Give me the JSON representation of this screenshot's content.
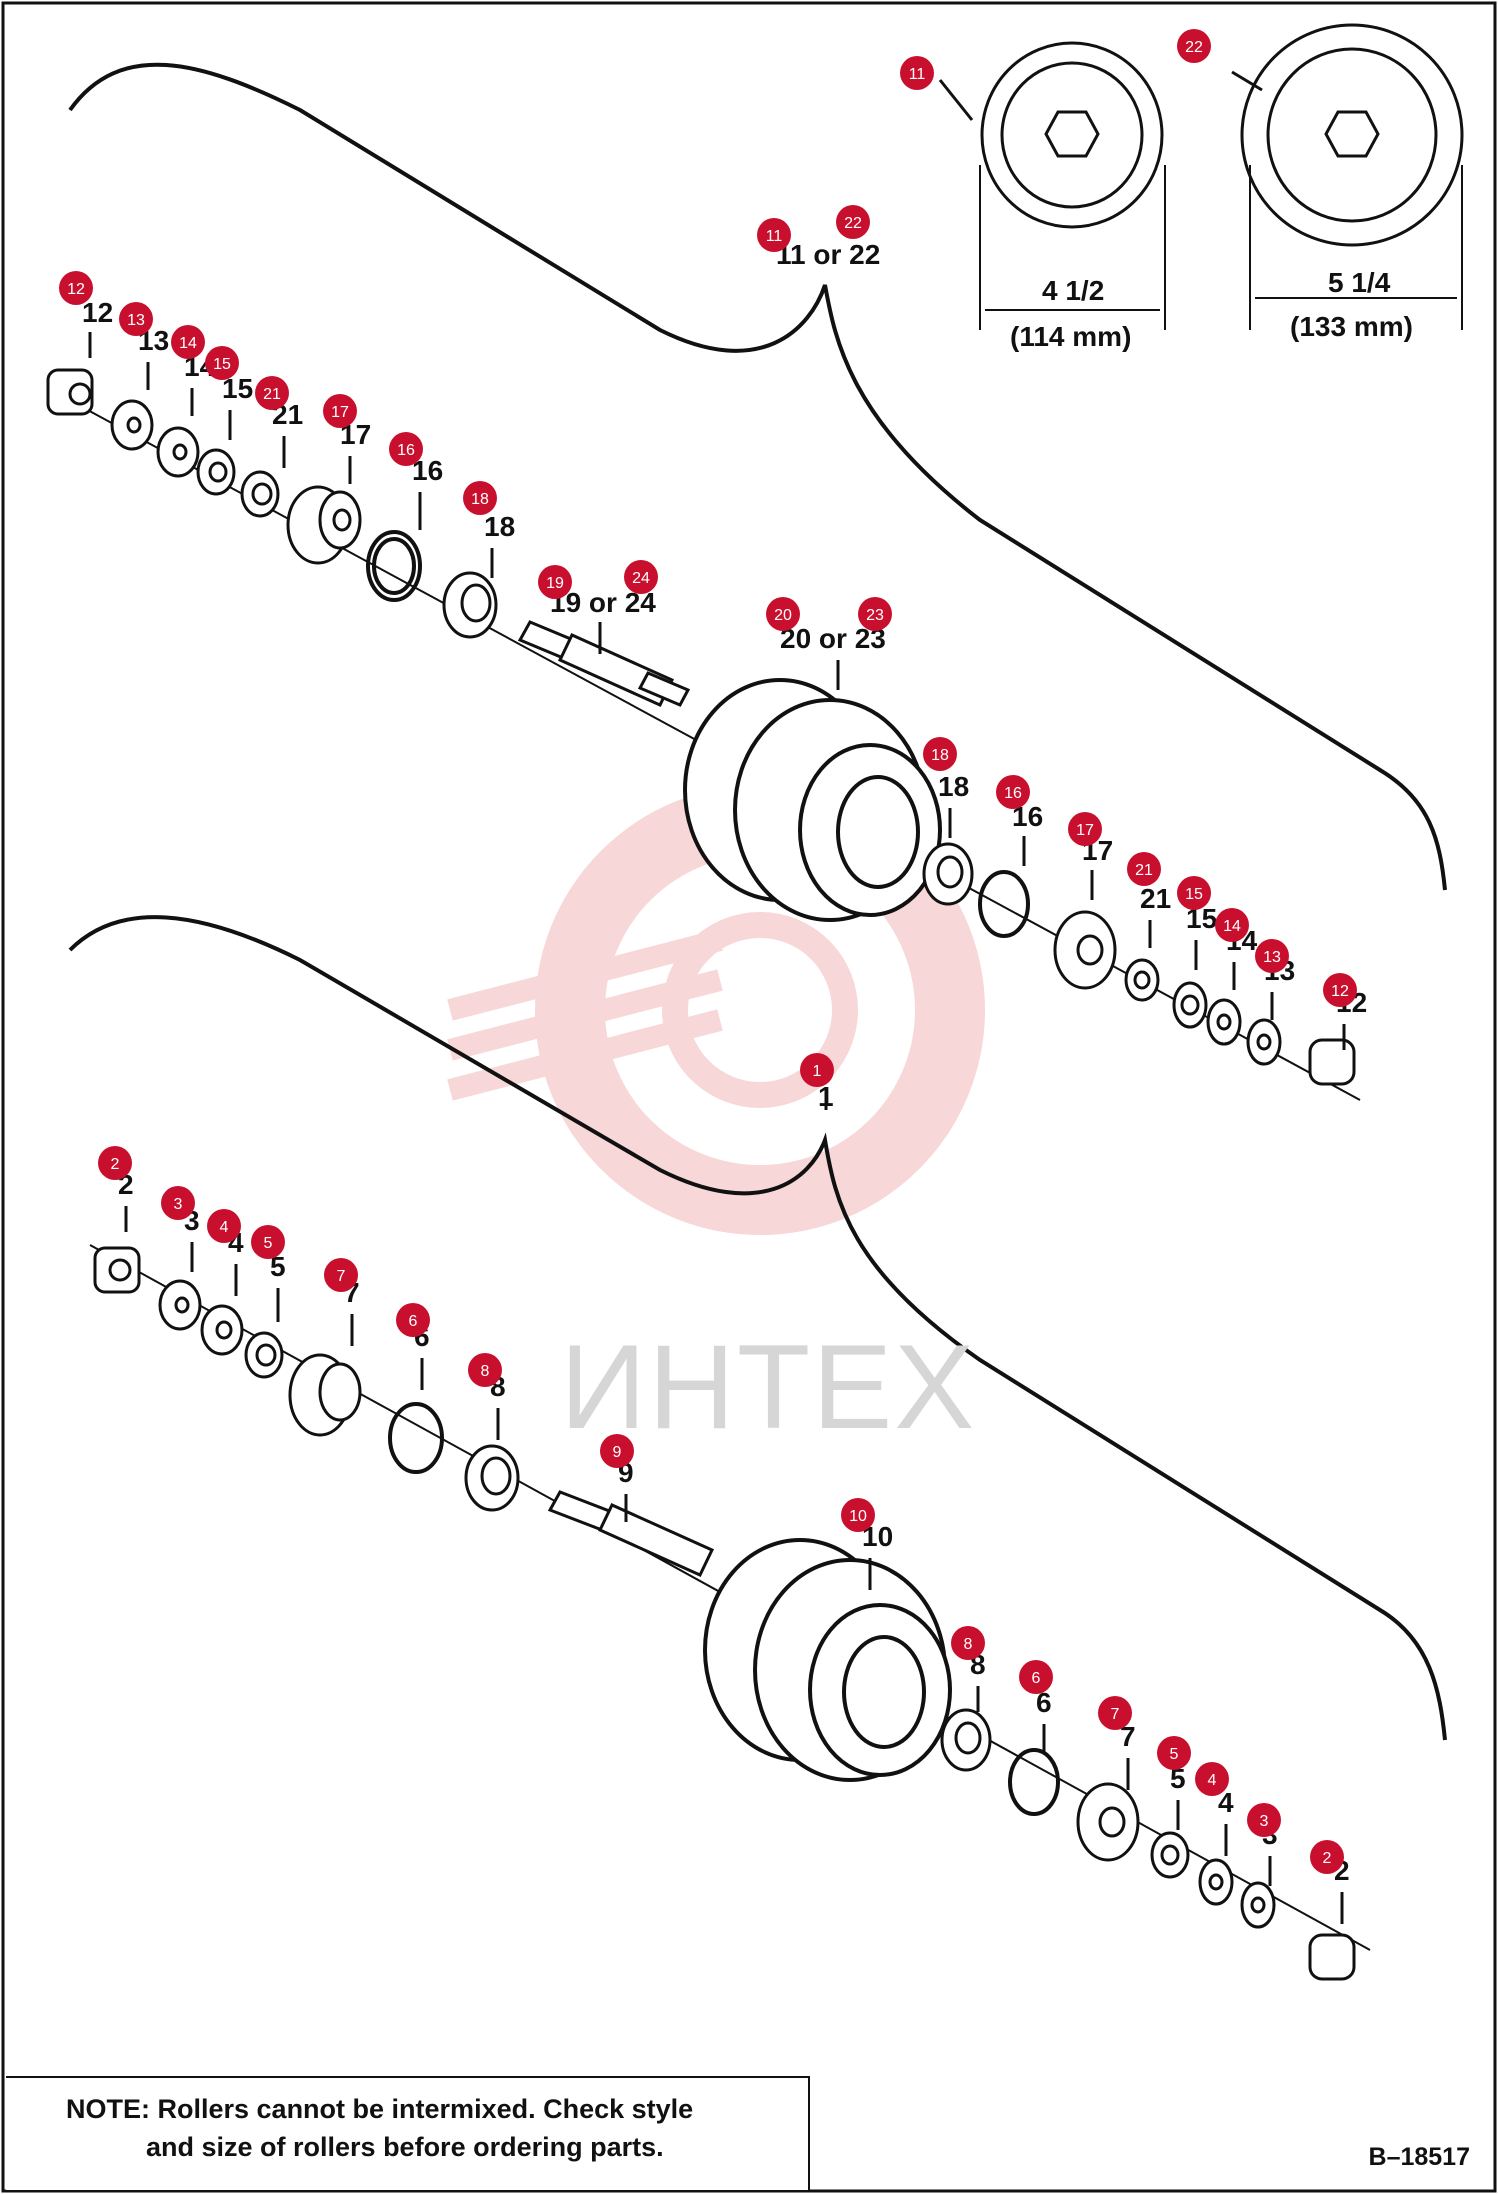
{
  "figure_code": "B–18517",
  "note": {
    "label": "NOTE:",
    "line1_rest": " Rollers cannot be intermixed. Check style",
    "line2": "and size of rollers before ordering parts."
  },
  "watermark": "ИНТЕХ",
  "top_group_label": "11 or 22",
  "dimensions": [
    {
      "callout": "11",
      "size": "4 1/2",
      "metric": "(114 mm)"
    },
    {
      "callout": "22",
      "size": "5 1/4",
      "metric": "(133 mm)"
    }
  ],
  "upper_assembly": {
    "left_labels": [
      "12",
      "13",
      "14",
      "15",
      "21",
      "17",
      "16",
      "18"
    ],
    "shaft_label": "19 or 24",
    "roller_label": "20 or 23",
    "right_labels": [
      "18",
      "16",
      "17",
      "21",
      "15",
      "14",
      "13",
      "12"
    ]
  },
  "lower_assembly": {
    "group_label": "1",
    "left_labels": [
      "2",
      "3",
      "4",
      "5",
      "7",
      "6",
      "8"
    ],
    "shaft_label": "9",
    "roller_label": "10",
    "right_labels": [
      "8",
      "6",
      "7",
      "5",
      "4",
      "3",
      "2"
    ]
  },
  "markers": [
    "11",
    "22",
    "11",
    "22",
    "12",
    "13",
    "14",
    "15",
    "21",
    "17",
    "16",
    "18",
    "19",
    "24",
    "20",
    "23",
    "18",
    "16",
    "17",
    "21",
    "15",
    "14",
    "13",
    "12",
    "1",
    "2",
    "3",
    "4",
    "5",
    "7",
    "6",
    "8",
    "9",
    "10",
    "8",
    "6",
    "7",
    "5",
    "4",
    "3",
    "2"
  ],
  "colors": {
    "marker": "#c8102e",
    "line": "#111111",
    "watermark": "#f2b8b8"
  }
}
